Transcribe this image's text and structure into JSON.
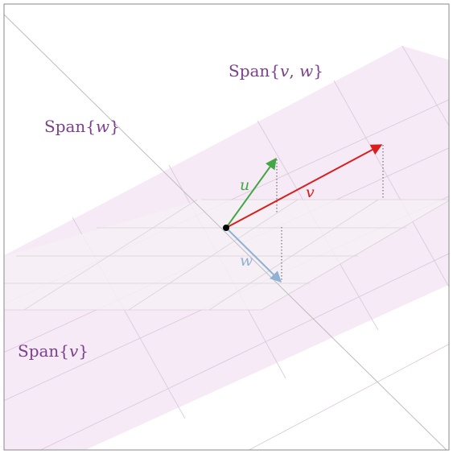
{
  "labels": {
    "span_vw": {
      "prefix": "Span{",
      "a": "v",
      "sep": ", ",
      "b": "w",
      "suffix": "}"
    },
    "span_w": {
      "prefix": "Span{",
      "var": "w",
      "suffix": "}"
    },
    "span_v": {
      "prefix": "Span{",
      "var": "v",
      "suffix": "}"
    },
    "u": "u",
    "v": "v",
    "w": "w"
  },
  "colors": {
    "span_label": "#7b3f8c",
    "u": "#44a644",
    "v": "#d91e1e",
    "w": "#8fb1d4",
    "plane_fill": "#f3e6f3",
    "plane_line": "#dcc6dc",
    "xy_fill": "#f6f1f6",
    "xy_line": "#d9d2d9",
    "span_w_line": "#bdbdbd",
    "origin": "#000000",
    "frame": "#8a8a8a"
  }
}
